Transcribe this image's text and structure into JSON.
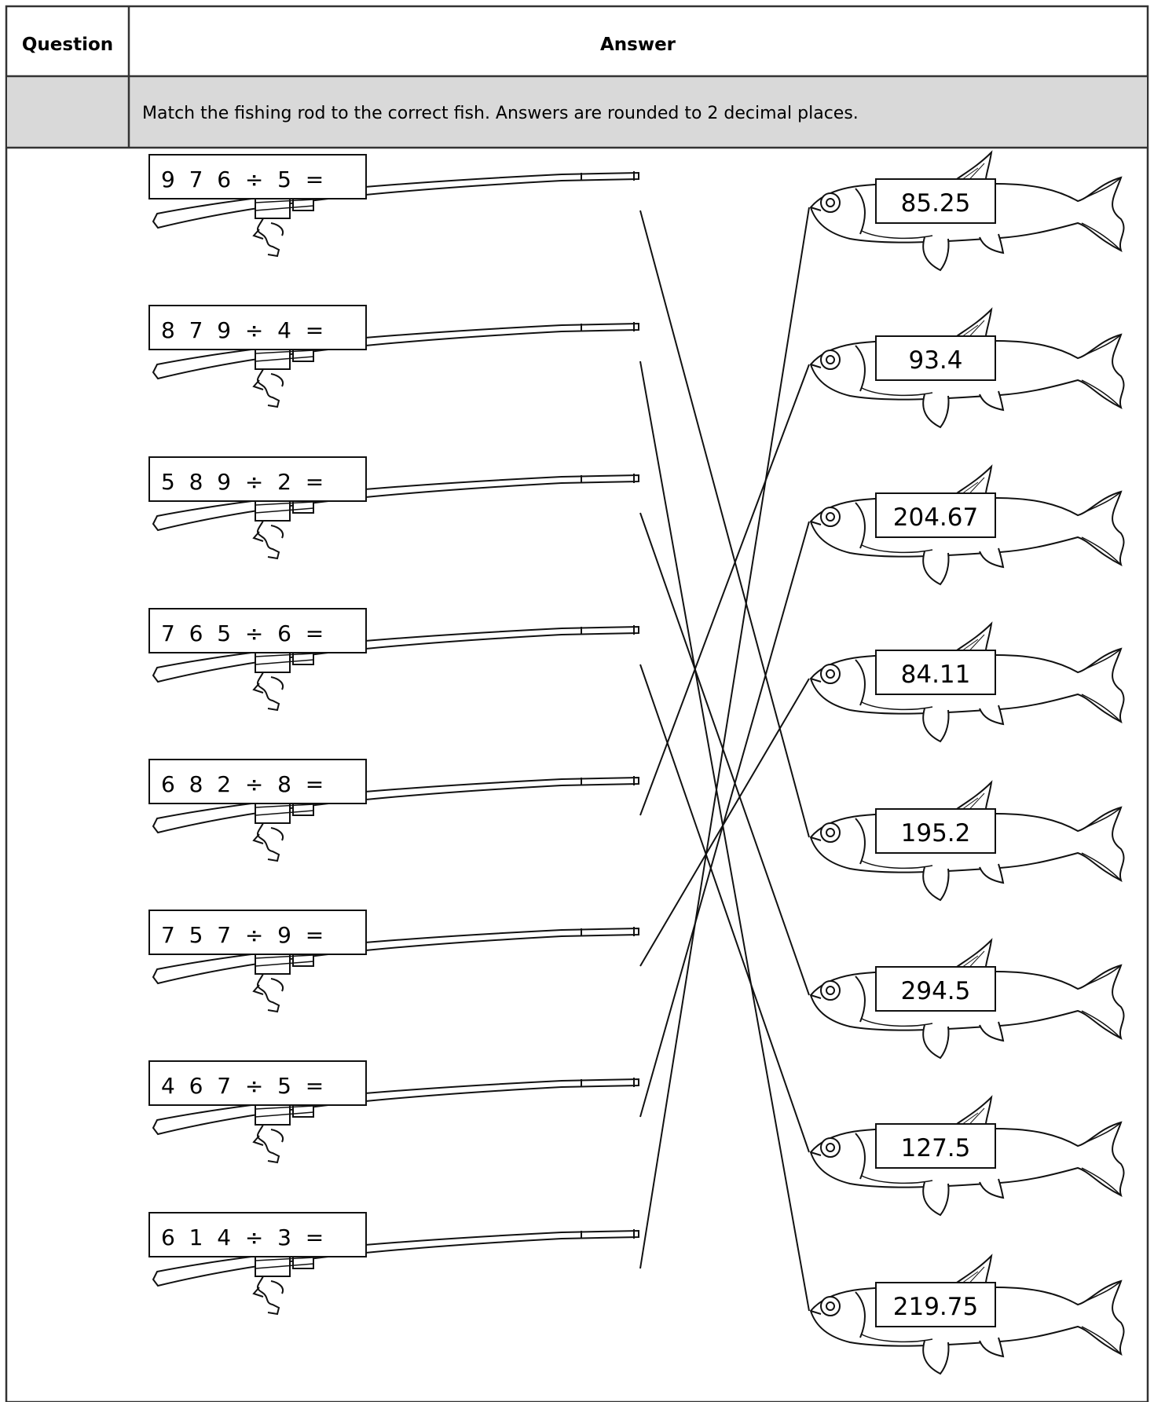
{
  "table": {
    "question_header": "Question",
    "answer_header": "Answer",
    "instruction": "Match the fishing rod to the correct fish. Answers are rounded to 2 decimal places."
  },
  "rods": [
    {
      "label": "9  7  6  ÷  5  ="
    },
    {
      "label": "8  7  9  ÷  4  ="
    },
    {
      "label": "5  8  9  ÷  2  ="
    },
    {
      "label": "7  6  5  ÷  6  ="
    },
    {
      "label": "6  8  2  ÷  8  ="
    },
    {
      "label": "7  5  7  ÷  9  ="
    },
    {
      "label": "4  6  7  ÷  5  ="
    },
    {
      "label": "6  1  4  ÷  3  ="
    }
  ],
  "fish": [
    {
      "label": "85.25"
    },
    {
      "label": "93.4"
    },
    {
      "label": "204.67"
    },
    {
      "label": "84.11"
    },
    {
      "label": "195.2"
    },
    {
      "label": "294.5"
    },
    {
      "label": "127.5"
    },
    {
      "label": "219.75"
    }
  ],
  "matches": [
    {
      "rod": 0,
      "fish": 4
    },
    {
      "rod": 1,
      "fish": 7
    },
    {
      "rod": 2,
      "fish": 5
    },
    {
      "rod": 3,
      "fish": 6
    },
    {
      "rod": 4,
      "fish": 1
    },
    {
      "rod": 5,
      "fish": 3
    },
    {
      "rod": 6,
      "fish": 2
    },
    {
      "rod": 7,
      "fish": 0
    }
  ]
}
